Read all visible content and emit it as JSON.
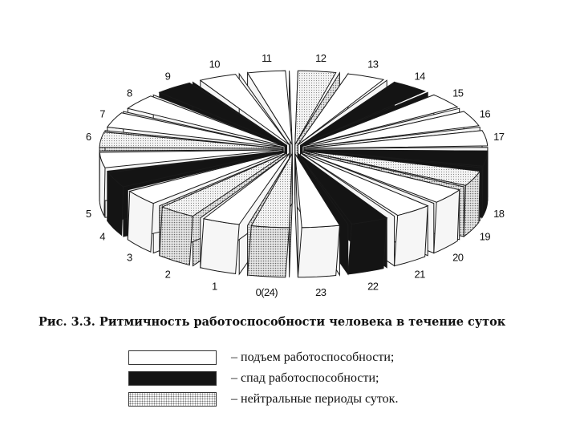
{
  "chart_data": {
    "type": "pie",
    "title": "",
    "categories": [
      "0(24)",
      "1",
      "2",
      "3",
      "4",
      "5",
      "6",
      "7",
      "8",
      "9",
      "10",
      "11",
      "12",
      "13",
      "14",
      "15",
      "16",
      "17",
      "18",
      "19",
      "20",
      "21",
      "22",
      "23"
    ],
    "values": [
      1,
      1,
      1,
      1,
      1,
      1,
      1,
      1,
      1,
      1,
      1,
      1,
      1,
      1,
      1,
      1,
      1,
      1,
      1,
      1,
      1,
      1,
      1,
      1
    ],
    "period_type": [
      "neutral",
      "rise",
      "neutral",
      "rise",
      "fall",
      "rise",
      "neutral",
      "rise",
      "rise",
      "fall",
      "rise",
      "rise",
      "neutral",
      "rise",
      "fall",
      "rise",
      "rise",
      "rise",
      "fall",
      "neutral",
      "rise",
      "rise",
      "fall",
      "rise"
    ],
    "colors": {
      "rise": "#ffffff",
      "fall": "#141414",
      "neutral": "#bdbdbd"
    }
  },
  "caption": {
    "label": "Рис. 3.3.",
    "text": "Ритмичность работоспособности человека в течение суток"
  },
  "legend": [
    {
      "type": "rise",
      "text": "– подъем работоспособности;"
    },
    {
      "type": "fall",
      "text": "– спад работоспособности;"
    },
    {
      "type": "neutral",
      "text": "– нейтральные периоды суток."
    }
  ]
}
